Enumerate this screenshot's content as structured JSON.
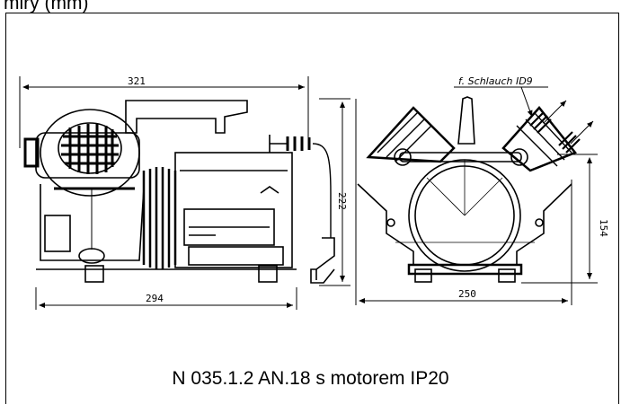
{
  "header": {
    "units_label": "miry  (mm)"
  },
  "drawing": {
    "dim_length_top": "321",
    "dim_length_bottom": "294",
    "dim_height_side": "222",
    "dim_width_front": "250",
    "dim_height_front": "154",
    "hose_note": "f. Schlauch  ID9"
  },
  "footer": {
    "caption": "N 035.1.2 AN.18 s motorem IP20"
  },
  "colors": {
    "line": "#000000",
    "background": "#ffffff"
  }
}
